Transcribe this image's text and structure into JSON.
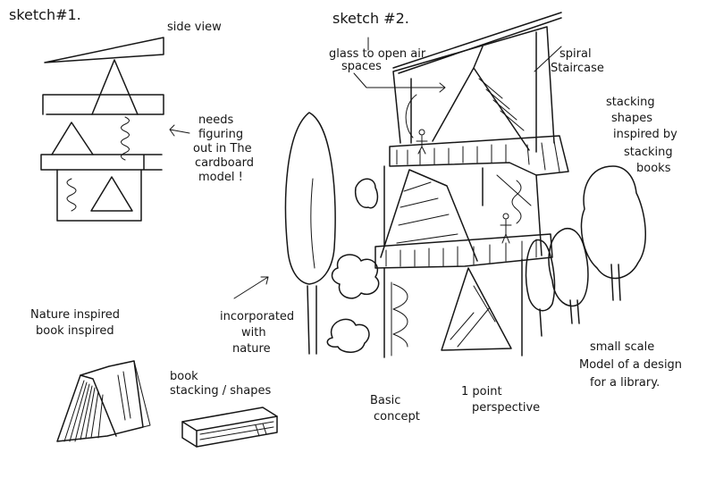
{
  "sketch1": {
    "title": "sketch#1.",
    "view_label": "side view",
    "note_lines": [
      "needs",
      "figuring",
      "out in The",
      "cardboard",
      "model !"
    ]
  },
  "sketch2": {
    "title": "sketch #2.",
    "glass_lines": [
      "glass to open air",
      "spaces"
    ],
    "spiral_lines": [
      "spiral",
      "Staircase"
    ],
    "stacking_lines": [
      "stacking",
      "shapes",
      "inspired by",
      "stacking",
      "books"
    ],
    "nature_lines": [
      "incorporated",
      "with",
      "nature"
    ],
    "scale_lines": [
      "small scale",
      "Model of a design",
      "for a library."
    ],
    "basic_lines": [
      "Basic",
      "concept"
    ],
    "perspective_lines": [
      "1 point",
      "perspective"
    ]
  },
  "left_notes": {
    "inspired_lines": [
      "Nature inspired",
      "book inspired"
    ],
    "book_lines": [
      "book",
      "stacking / shapes"
    ]
  }
}
